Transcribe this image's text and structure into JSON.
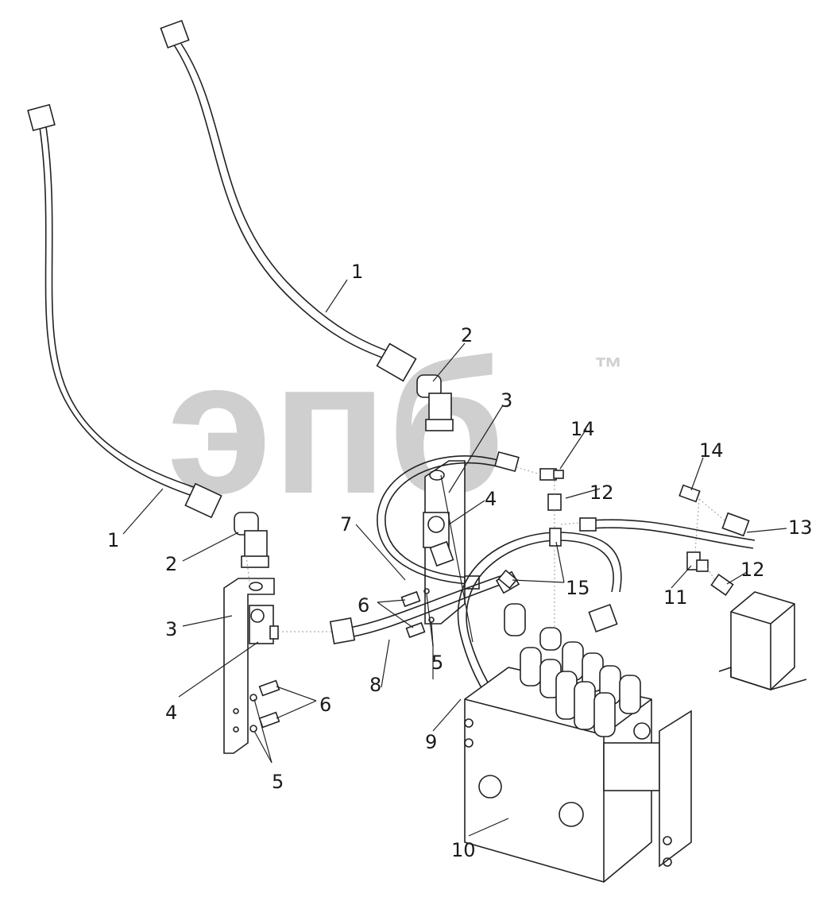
{
  "watermark": {
    "text": "эпб",
    "mark": "™",
    "color": "#cfcfcf"
  },
  "callouts": {
    "c1a": "1",
    "c1b": "1",
    "c2a": "2",
    "c2b": "2",
    "c3a": "3",
    "c3b": "3",
    "c4a": "4",
    "c4b": "4",
    "c5a": "5",
    "c5b": "5",
    "c6a": "6",
    "c6b": "6",
    "c7": "7",
    "c8": "8",
    "c9": "9",
    "c10": "10",
    "c11": "11",
    "c12a": "12",
    "c12b": "12",
    "c13": "13",
    "c14a": "14",
    "c14b": "14",
    "c15": "15"
  },
  "colors": {
    "line": "#222222",
    "watermark": "#cfcfcf",
    "background": "#ffffff"
  }
}
